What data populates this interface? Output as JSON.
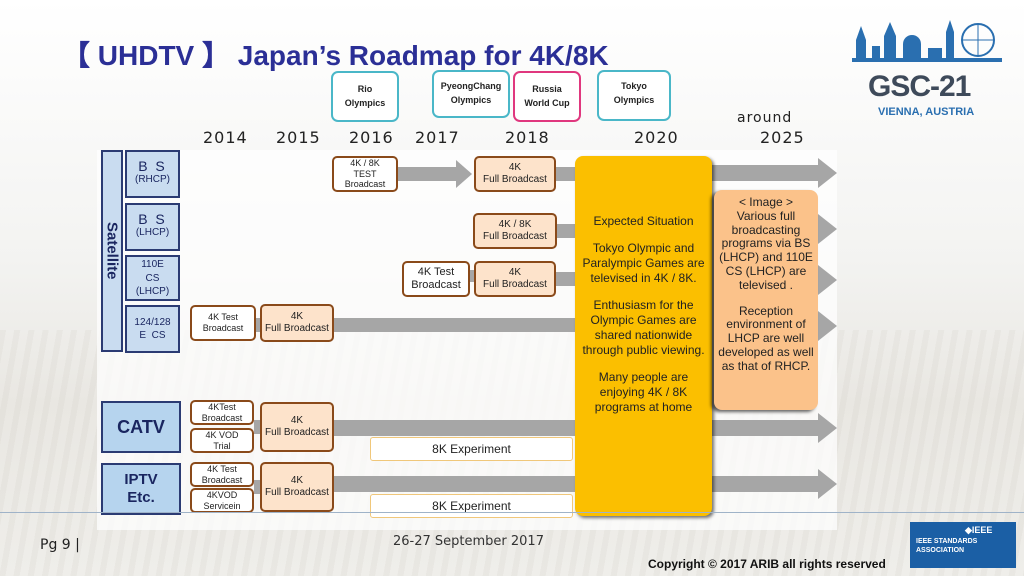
{
  "title": "【 UHDTV 】  Japan’s Roadmap for 4K/8K",
  "logo": {
    "name": "GSC-21",
    "location": "VIENNA, AUSTRIA"
  },
  "events": [
    {
      "line1": "Rio",
      "line2": "Olympics",
      "border": "#4ab7c8"
    },
    {
      "line1": "PyeongChang",
      "line2": "Olympics",
      "border": "#4ab7c8"
    },
    {
      "line1": "Russia",
      "line2": "World Cup",
      "border": "#e0377e"
    },
    {
      "line1": "Tokyo",
      "line2": "Olympics",
      "border": "#4ab7c8"
    }
  ],
  "years": [
    "2014",
    "2015",
    "2016",
    "2017",
    "2018",
    "2020",
    "2025"
  ],
  "around_label": "around",
  "sidebar": {
    "satellite_label": "Satellite",
    "bs_rhcp": {
      "main": "B S",
      "sub": "(RHCP)"
    },
    "bs_lhcp": {
      "main": "B S",
      "sub": "(LHCP)"
    },
    "cs_110": {
      "line1": "110E",
      "line2": "CS",
      "line3": "(LHCP)"
    },
    "cs_124": {
      "line1": "124/128",
      "line2": "E",
      "line3": "CS"
    },
    "catv": "CATV",
    "iptv": {
      "line1": "IPTV",
      "line2": "Etc."
    }
  },
  "boxes": {
    "bs_rhcp_test": {
      "line1": "4K / 8K",
      "line2": "TEST",
      "line3": "Broadcast"
    },
    "bs_rhcp_full": {
      "line1": "4K",
      "line2": "Full Broadcast"
    },
    "bs_lhcp_full": {
      "line1": "4K / 8K",
      "line2": "Full Broadcast"
    },
    "cs110_test": {
      "line1": "4K Test",
      "line2": "Broadcast"
    },
    "cs110_full": {
      "line1": "4K",
      "line2": "Full Broadcast"
    },
    "cs124_test": {
      "line1": "4K Test",
      "line2": "Broadcast"
    },
    "cs124_full": {
      "line1": "4K",
      "line2": "Full Broadcast"
    },
    "catv_test": {
      "line1": "4KTest",
      "line2": "Broadcast"
    },
    "catv_vod": {
      "line1": "4K VOD",
      "line2": "Trial"
    },
    "catv_full": {
      "line1": "4K",
      "line2": "Full Broadcast"
    },
    "catv_8k": "8K Experiment",
    "iptv_test": {
      "line1": "4K Test",
      "line2": "Broadcast"
    },
    "iptv_vod": {
      "line1": "4KVOD",
      "line2": "Servicein"
    },
    "iptv_full": {
      "line1": "4K",
      "line2": "Full Broadcast"
    },
    "iptv_8k": "8K Experiment"
  },
  "expected": {
    "heading": "Expected Situation",
    "p1": "Tokyo Olympic and Paralympic Games are televised in 4K / 8K.",
    "p2": "Enthusiasm for the Olympic Games are shared nationwide through public viewing.",
    "p3": "Many people are enjoying 4K / 8K programs at home"
  },
  "image_box": {
    "heading": "< Image >",
    "p1": "Various full broadcasting programs via BS (LHCP) and 110E CS (LHCP) are televised .",
    "p2": "Reception environment  of LHCP are well developed as well as that of RHCP."
  },
  "footer": {
    "page": "Pg  9 |",
    "date": "26-27 September 2017",
    "copyright": "Copyright © 2017 ARIB all rights reserved",
    "ieee_line1": "IEEE STANDARDS",
    "ieee_line2": "ASSOCIATION",
    "ieee_mark": "◆IEEE"
  },
  "colors": {
    "title": "#2b2f96",
    "arrow": "#a6a6a6",
    "expected_box": "#fbbf00",
    "image_box": "#fbc28a",
    "test_box_fill": "#fde3cb",
    "sidebar_fill": "#c9dcf0",
    "sidebar_border": "#2b3b73"
  }
}
